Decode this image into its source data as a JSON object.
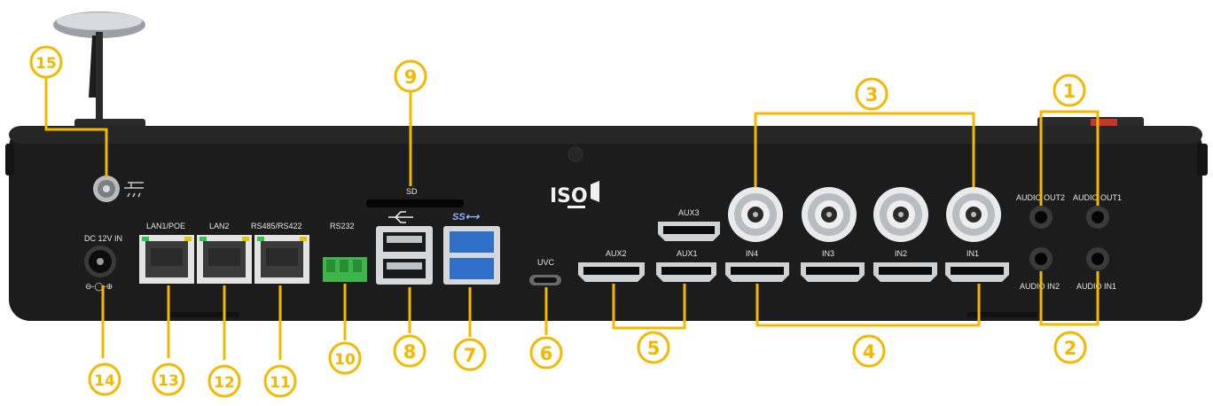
{
  "colors": {
    "accent": "#F5B800",
    "device_body": "#1c1c1d",
    "usb3_blue": "#2f6fc7",
    "terminal_green": "#3db54a",
    "led_green": "#35c24a",
    "led_yellow": "#e6c200"
  },
  "ports": {
    "sd": "SD",
    "iso": "ISO",
    "dc_in": "DC 12V IN",
    "dc_polarity": "⊖-◯-⊕",
    "lan1": "LAN1/POE",
    "lan2": "LAN2",
    "rs485": "RS485/RS422",
    "rs232": "RS232",
    "uvc": "UVC",
    "aux1": "AUX1",
    "aux2": "AUX2",
    "aux3": "AUX3",
    "in1": "IN1",
    "in2": "IN2",
    "in3": "IN3",
    "in4": "IN4",
    "audio_out1": "AUDIO OUT1",
    "audio_out2": "AUDIO OUT2",
    "audio_in1": "AUDIO IN1",
    "audio_in2": "AUDIO IN2",
    "usb3_logo": "SS⟷"
  },
  "callouts": {
    "c1": "1",
    "c2": "2",
    "c3": "3",
    "c4": "4",
    "c5": "5",
    "c6": "6",
    "c7": "7",
    "c8": "8",
    "c9": "9",
    "c10": "10",
    "c11": "11",
    "c12": "12",
    "c13": "13",
    "c14": "14",
    "c15": "15"
  }
}
